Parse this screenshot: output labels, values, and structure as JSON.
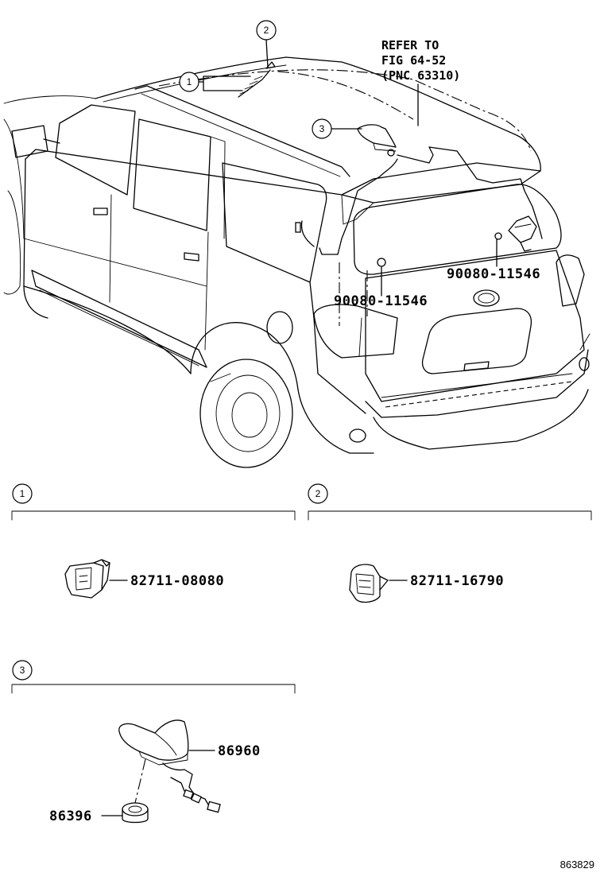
{
  "figure": {
    "refer_note": [
      "REFER TO",
      "FIG 64-52",
      "(PNC 63310)"
    ],
    "main_callouts": [
      "1",
      "2",
      "3"
    ],
    "main_part_numbers": [
      "90080-11546",
      "90080-11546"
    ],
    "diagram_code": "863829"
  },
  "detail_groups": [
    {
      "callout": "1",
      "parts": [
        "82711-08080"
      ]
    },
    {
      "callout": "2",
      "parts": [
        "82711-16790"
      ]
    },
    {
      "callout": "3",
      "parts": [
        "86960",
        "86396"
      ]
    }
  ]
}
